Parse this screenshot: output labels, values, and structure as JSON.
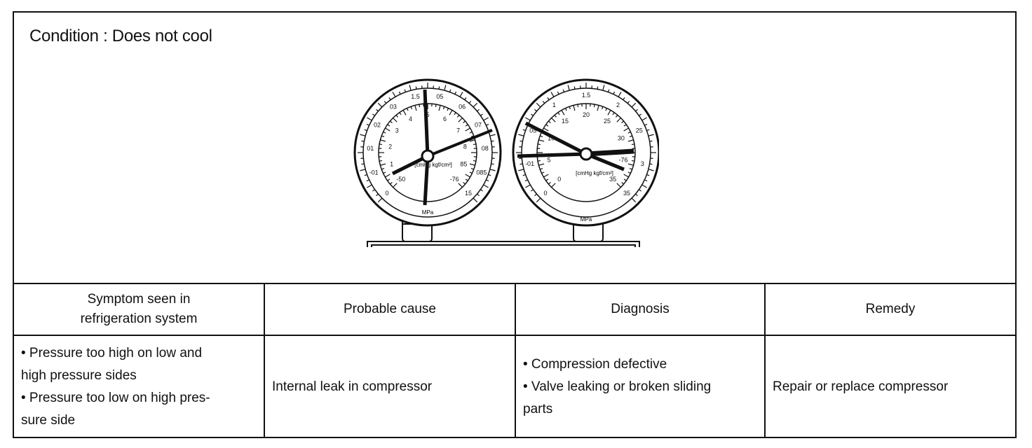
{
  "condition": "Condition : Does not cool",
  "gauge_left": {
    "outer_labels": [
      "0",
      "-01",
      "01",
      "02",
      "03",
      "1.5",
      "05",
      "06",
      "07",
      "08",
      "085",
      "15"
    ],
    "inner_labels": [
      "-50",
      "1",
      "2",
      "3",
      "4",
      "5",
      "6",
      "7",
      "8",
      "85",
      "-76"
    ],
    "unit_inner": "[cmHg  kgf/cm²]",
    "unit_outer": "MPa"
  },
  "gauge_right": {
    "outer_labels": [
      "0",
      "-01",
      "05",
      "1",
      "1.5",
      "2",
      "25",
      "3",
      "35"
    ],
    "inner_labels": [
      "0",
      "5",
      "10",
      "15",
      "20",
      "25",
      "30",
      "-76",
      "35"
    ],
    "unit_inner": "[cmHg  kgf/cm²]",
    "unit_outer": "MPa"
  },
  "table": {
    "headers": {
      "symptom_line1": "Symptom seen in",
      "symptom_line2": "refrigeration system",
      "cause": "Probable cause",
      "diagnosis": "Diagnosis",
      "remedy": "Remedy"
    },
    "row": {
      "symptom_lines": [
        "• Pressure too high on low and",
        "high pressure sides",
        "• Pressure too low  on high pres-",
        "sure side"
      ],
      "cause": "Internal leak in compressor",
      "diagnosis_lines": [
        "• Compression defective",
        "• Valve leaking or broken sliding",
        "parts"
      ],
      "remedy": "Repair or replace compressor"
    }
  }
}
